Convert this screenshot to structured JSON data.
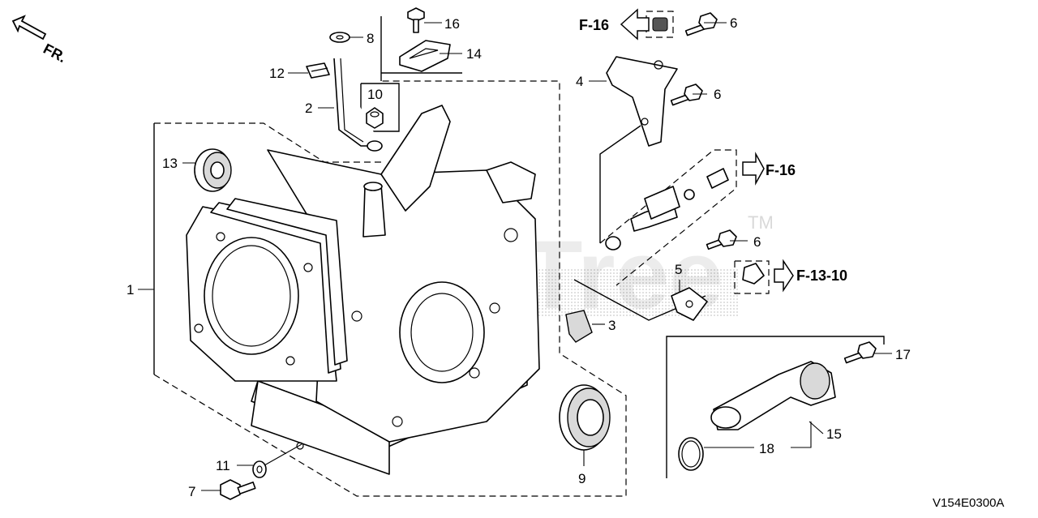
{
  "orientation_label": "FR.",
  "image_code": "V154E0300A",
  "watermark": {
    "text": "PartsTree",
    "tm": "TM"
  },
  "callouts": [
    {
      "id": "c1",
      "number": "1"
    },
    {
      "id": "c2",
      "number": "2"
    },
    {
      "id": "c3",
      "number": "3"
    },
    {
      "id": "c4",
      "number": "4"
    },
    {
      "id": "c5",
      "number": "5"
    },
    {
      "id": "c6a",
      "number": "6"
    },
    {
      "id": "c6b",
      "number": "6"
    },
    {
      "id": "c6c",
      "number": "6"
    },
    {
      "id": "c7",
      "number": "7"
    },
    {
      "id": "c8",
      "number": "8"
    },
    {
      "id": "c9",
      "number": "9"
    },
    {
      "id": "c10",
      "number": "10"
    },
    {
      "id": "c11",
      "number": "11"
    },
    {
      "id": "c12",
      "number": "12"
    },
    {
      "id": "c13",
      "number": "13"
    },
    {
      "id": "c14",
      "number": "14"
    },
    {
      "id": "c15",
      "number": "15"
    },
    {
      "id": "c16",
      "number": "16"
    },
    {
      "id": "c17",
      "number": "17"
    },
    {
      "id": "c18",
      "number": "18"
    }
  ],
  "section_refs": [
    {
      "id": "ref-f16-top",
      "text": "F-16"
    },
    {
      "id": "ref-f16-mid",
      "text": "F-16"
    },
    {
      "id": "ref-f13-10",
      "text": "F-13-10"
    }
  ]
}
